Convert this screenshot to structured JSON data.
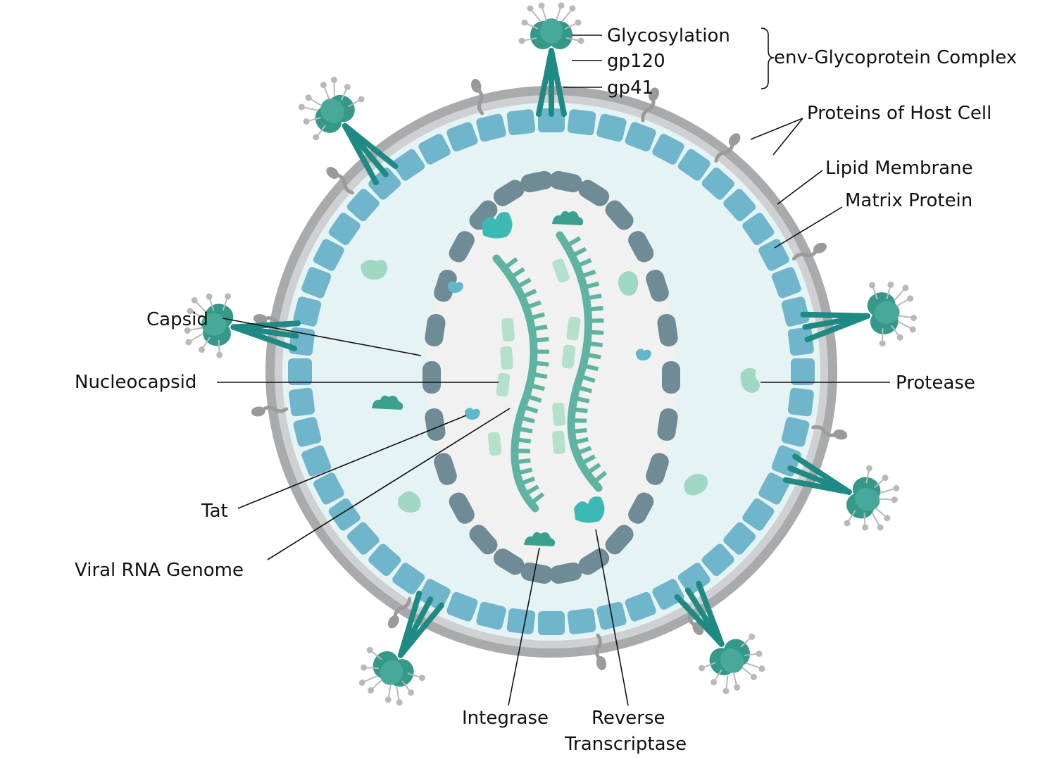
{
  "labels": {
    "glycosylation": "Glycosylation",
    "gp120": "gp120",
    "gp41": "gp41",
    "env_complex": "env-Glycoprotein Complex",
    "host_proteins": "Proteins of Host Cell",
    "lipid_membrane": "Lipid Membrane",
    "matrix_protein": "Matrix Protein",
    "capsid": "Capsid",
    "nucleocapsid": "Nucleocapsid",
    "protease": "Protease",
    "tat": "Tat",
    "viral_rna": "Viral RNA Genome",
    "integrase": "Integrase",
    "reverse_transcriptase_1": "Reverse",
    "reverse_transcriptase_2": "Transcriptase"
  },
  "colors": {
    "lipid_membrane": "#a9aaab",
    "lipid_membrane_light": "#cfd0d1",
    "matrix_protein": "#6fb6cc",
    "interior": "#e6f3f4",
    "capsid": "#6f8b96",
    "capsid_interior": "#f1f1f1",
    "rna": "#5fb3a1",
    "nucleocapsid": "#b5e0cc",
    "glycoprotein": "#35998a",
    "glycoprotein_dark": "#1f8a83",
    "glycosylation": "#b9b9b9",
    "host_protein": "#9a9a9a",
    "protease": "#9fd8c4",
    "integrase": "#3aa18f",
    "reverse_transcriptase": "#3cb9b5",
    "tat": "#5fb7c9"
  }
}
